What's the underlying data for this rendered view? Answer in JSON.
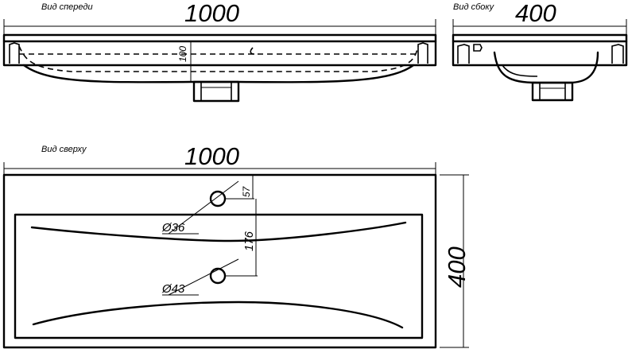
{
  "views": {
    "front": {
      "label": "Вид спереди",
      "width": "1000",
      "depth": "100"
    },
    "side": {
      "label": "Вид сбоку",
      "width": "400"
    },
    "top": {
      "label": "Вид сверху",
      "width": "1000",
      "height": "400",
      "offset_top": "57",
      "hole_spacing": "176",
      "hole_small": "Ø36",
      "hole_large": "Ø43"
    }
  }
}
